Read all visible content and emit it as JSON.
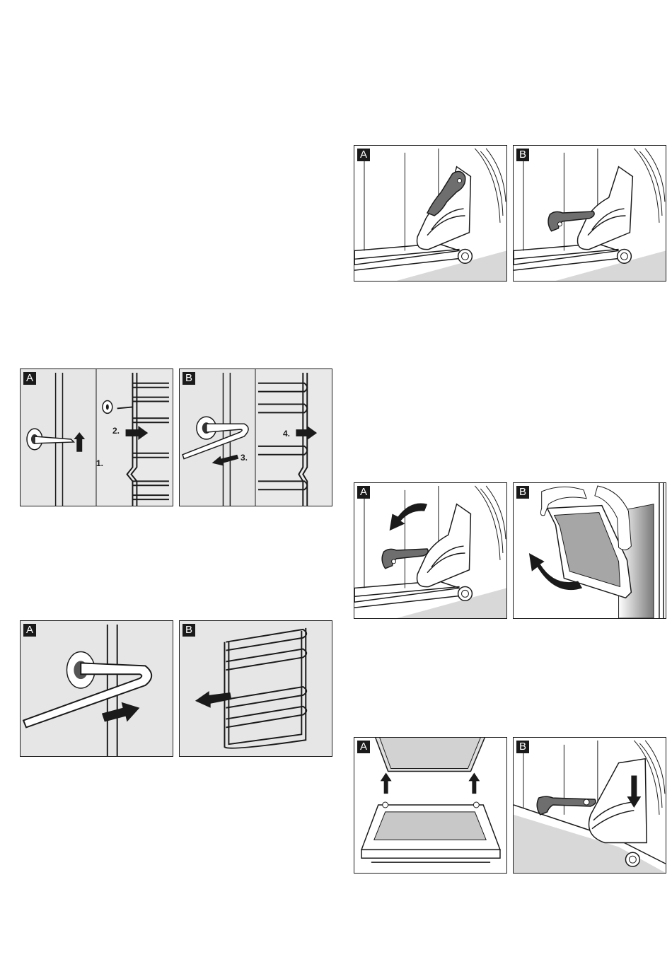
{
  "figures": [
    {
      "id": "shelf-removal",
      "panels": [
        {
          "tag": "A",
          "steps": [
            "1.",
            "2."
          ]
        },
        {
          "tag": "B",
          "steps": [
            "3.",
            "4."
          ]
        }
      ]
    },
    {
      "id": "shelf-fitting",
      "panels": [
        {
          "tag": "A"
        },
        {
          "tag": "B"
        }
      ]
    },
    {
      "id": "hinge-lever",
      "panels": [
        {
          "tag": "A"
        },
        {
          "tag": "B"
        }
      ]
    },
    {
      "id": "door-removal",
      "panels": [
        {
          "tag": "A"
        },
        {
          "tag": "B"
        }
      ]
    },
    {
      "id": "door-fitting",
      "panels": [
        {
          "tag": "A"
        },
        {
          "tag": "B"
        }
      ]
    }
  ],
  "colors": {
    "panel_fill": "#e6e6e6",
    "outline": "#1a1a1a",
    "lever": "#6e6e6e"
  }
}
